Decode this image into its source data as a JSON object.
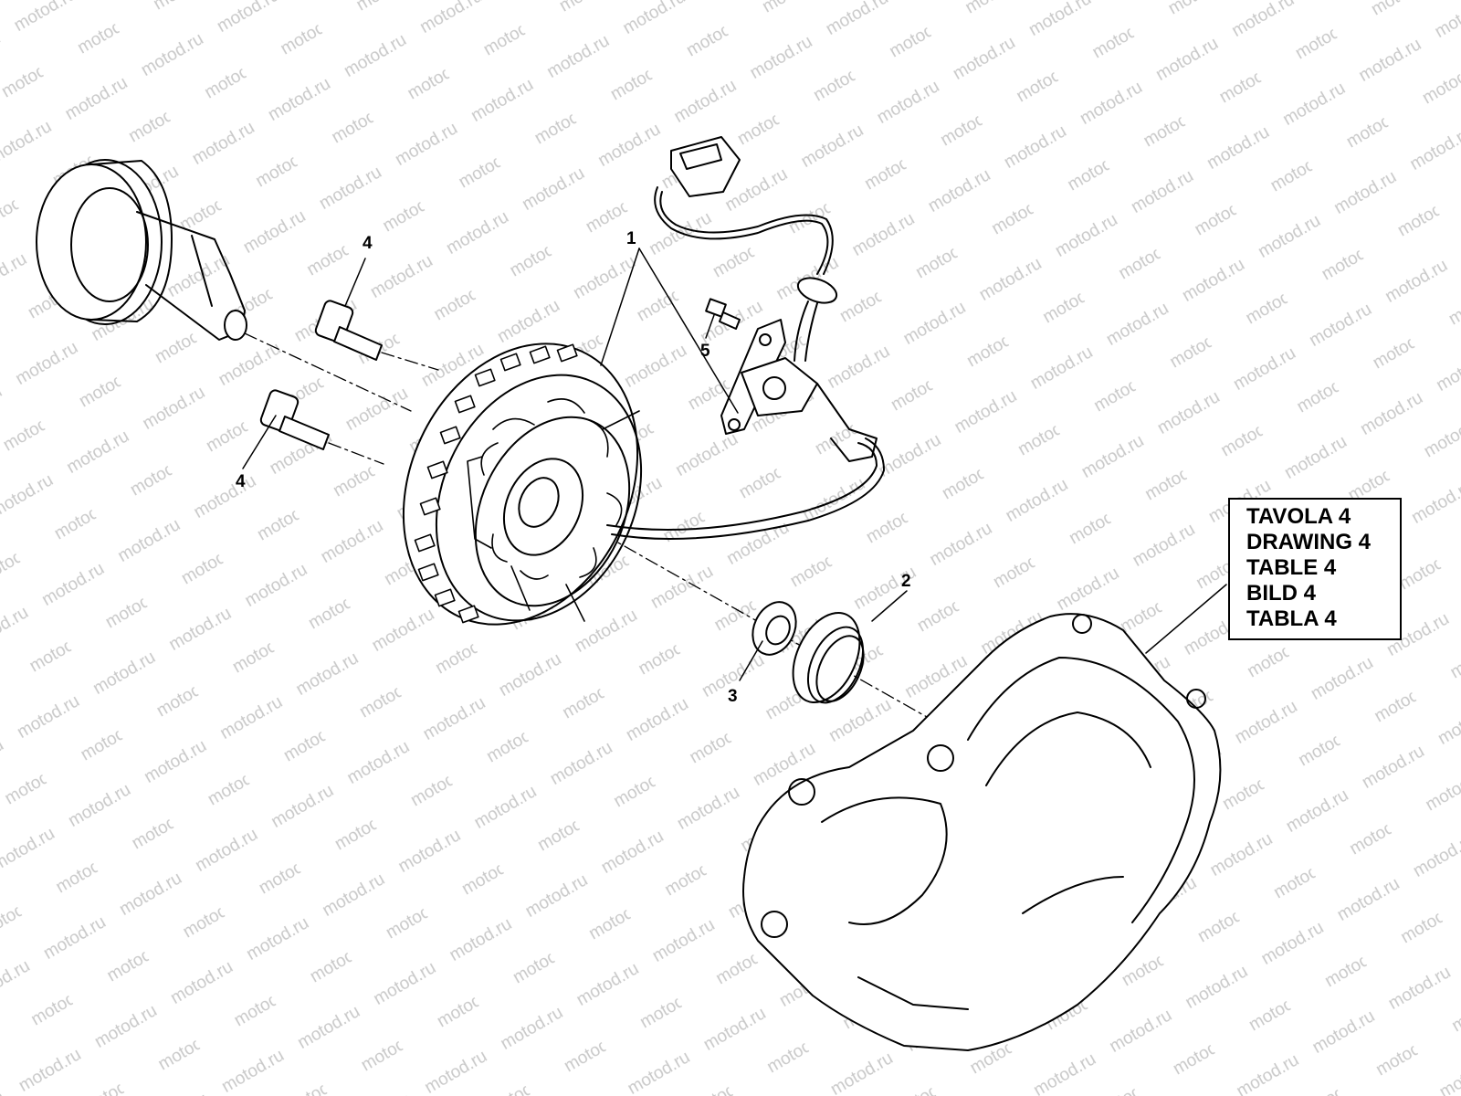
{
  "watermark": "motod.ru",
  "callouts": {
    "c1": "1",
    "c2": "2",
    "c3": "3",
    "c4a": "4",
    "c4b": "4",
    "c5": "5"
  },
  "reference_box": {
    "lines": [
      "TAVOLA 4",
      "DRAWING 4",
      "TABLE 4",
      "BILD 4",
      "TABLA 4"
    ]
  }
}
